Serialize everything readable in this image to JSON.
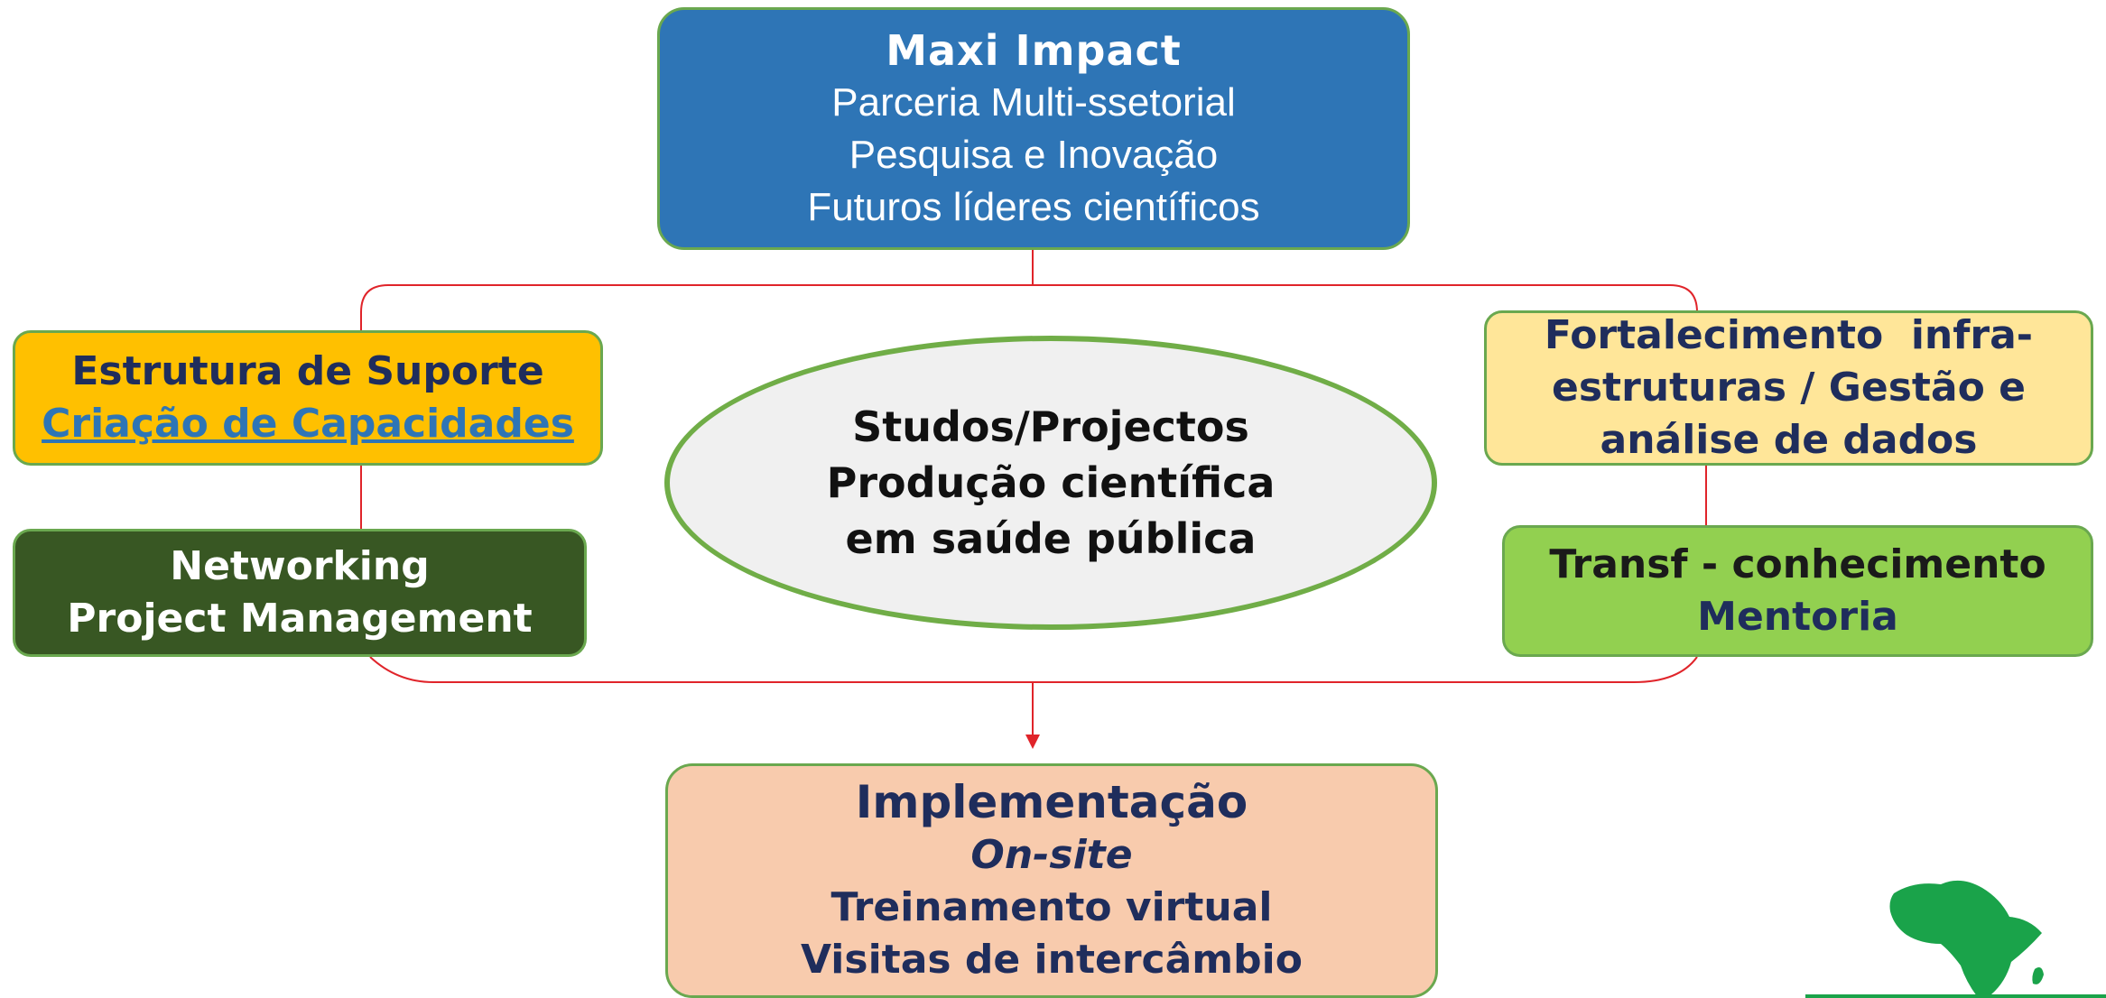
{
  "top": {
    "title": "Maxi Impact",
    "lines": [
      "Parceria Multi-ssetorial",
      "Pesquisa e Inovação",
      "Futuros líderes científicos"
    ]
  },
  "left_boxes": {
    "support_title": "Estrutura de Suporte",
    "support_link": "Criação de Capacidades",
    "networking_lines": [
      "Networking",
      "Project Management"
    ]
  },
  "center": {
    "lines": [
      "Studos/Projectos",
      "Produção científica",
      "em saúde pública"
    ]
  },
  "right_boxes": {
    "infra_lines": [
      "Fortalecimento  infra-",
      "estruturas / Gestão e",
      "análise de dados"
    ],
    "transfer_title": "Transf - conhecimento",
    "transfer_sub": "Mentoria"
  },
  "bottom": {
    "title": "Implementação",
    "subtitle": "On-site",
    "lines": [
      "Treinamento virtual",
      "Visitas de intercâmbio"
    ]
  },
  "colors": {
    "top_fill": "#2e75b6",
    "support_fill": "#ffc000",
    "networking_fill": "#385723",
    "infra_fill": "#ffe699",
    "transfer_fill": "#92d050",
    "bottom_fill": "#f8cbad",
    "oval_border": "#70ad47",
    "connector": "#e0242a",
    "logo": "#1aa34a"
  },
  "logo": {
    "icon": "africa-map-icon"
  }
}
